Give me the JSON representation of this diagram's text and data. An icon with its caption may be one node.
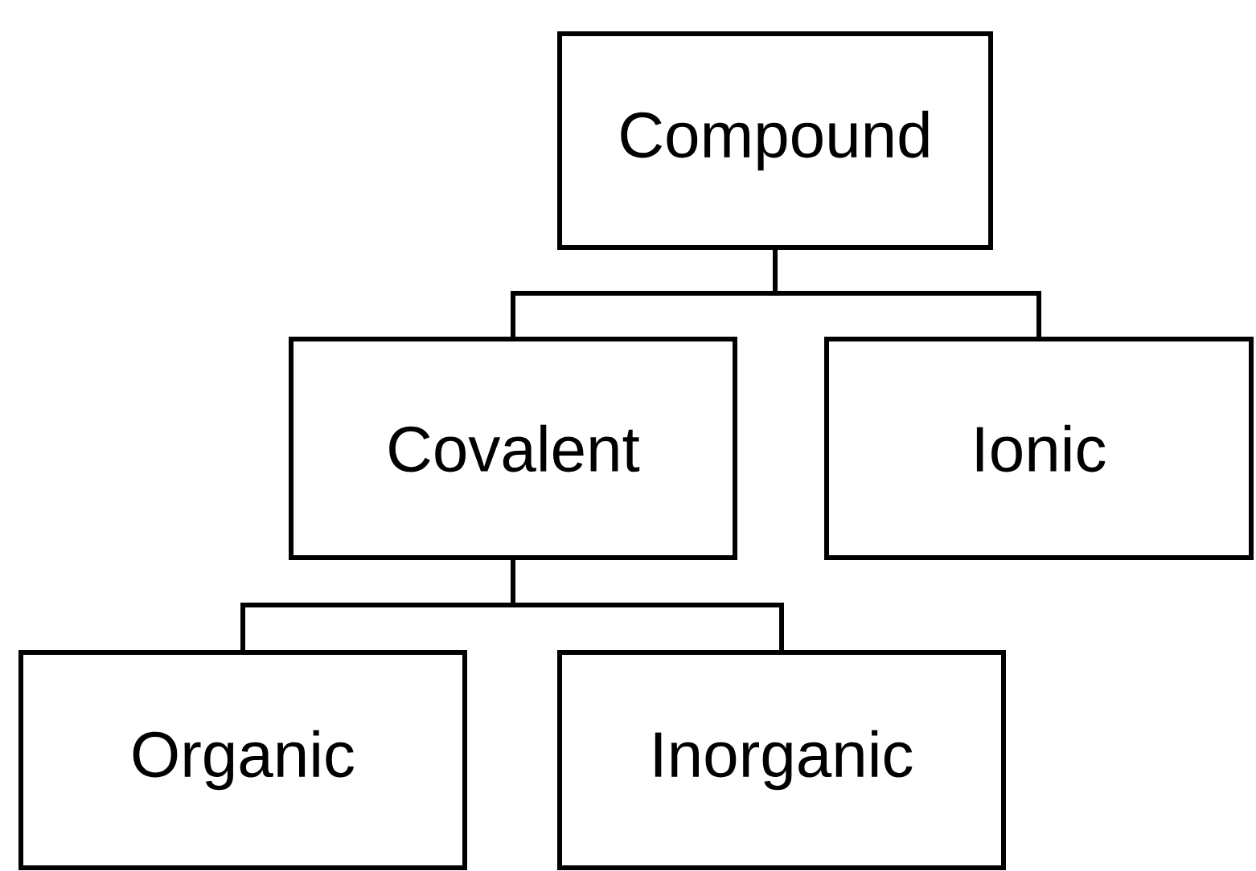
{
  "diagram": {
    "nodes": [
      {
        "text": [
          "Compound"
        ]
      },
      {
        "text": [
          "Covalent"
        ]
      },
      {
        "text": [
          "Ionic"
        ]
      },
      {
        "text": [
          "Organic"
        ]
      },
      {
        "text": [
          "Inorganic"
        ]
      }
    ],
    "edges": [
      {
        "from": 0,
        "to": 1,
        "arrow": "none"
      },
      {
        "from": 0,
        "to": 2,
        "arrow": "none"
      },
      {
        "from": 1,
        "to": 3,
        "arrow": "none"
      },
      {
        "from": 1,
        "to": 4,
        "arrow": "none"
      }
    ]
  }
}
